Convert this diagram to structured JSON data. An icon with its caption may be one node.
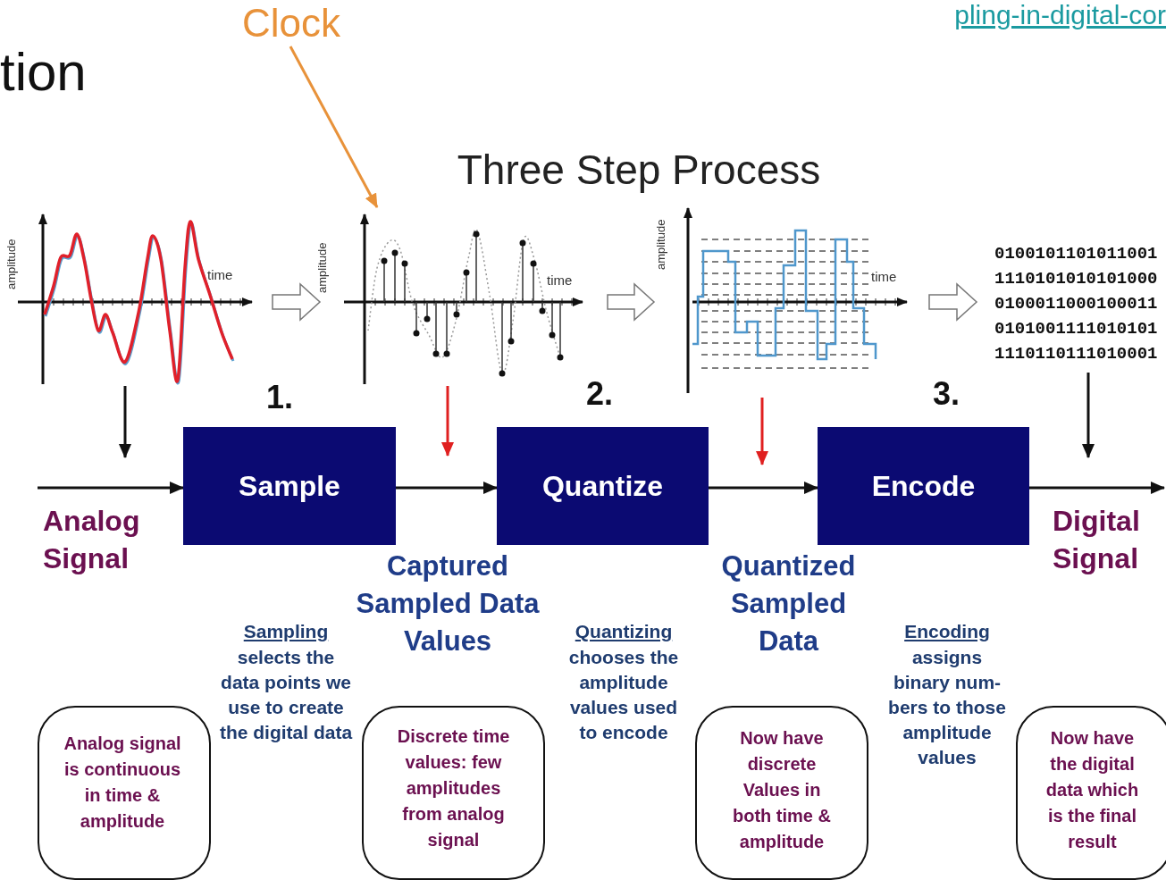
{
  "diagram": {
    "title": "Three Step Process",
    "nodes": [
      {
        "text": [
          "Clock"
        ]
      },
      {
        "text": [
          "amplitude",
          "time"
        ]
      },
      {
        "text": [
          "amplitude",
          "time"
        ]
      },
      {
        "text": [
          "amplitude",
          "time"
        ]
      },
      {
        "text": [
          "0100101101011001 1110101010101000 0100011000100011 0101001111010101 1110110111010001"
        ]
      },
      {
        "text": [
          "Sample"
        ]
      },
      {
        "text": [
          "Quantize"
        ]
      },
      {
        "text": [
          "Encode"
        ]
      },
      {
        "text": [
          "Analog signal is continuous in time & amplitude"
        ]
      },
      {
        "text": [
          "Discrete time values: few amplitudes from analog signal"
        ]
      },
      {
        "text": [
          "Now have discrete Values in both time & amplitude"
        ]
      },
      {
        "text": [
          "Now have the digital data which is the final result"
        ]
      }
    ],
    "edges": [
      {
        "from": 0,
        "to": 2,
        "arrow": "to",
        "color": "#e8923a"
      },
      {
        "from": 1,
        "to": 2,
        "arrow": "to"
      },
      {
        "from": 2,
        "to": 3,
        "arrow": "to"
      },
      {
        "from": 3,
        "to": 4,
        "arrow": "to"
      },
      {
        "from": 1,
        "to": null,
        "arrow": "to"
      },
      {
        "from": 2,
        "to": null,
        "arrow": "to",
        "color": "#e02020"
      },
      {
        "from": 3,
        "to": null,
        "arrow": "to",
        "color": "#e02020"
      },
      {
        "from": 4,
        "to": null,
        "arrow": "to"
      },
      {
        "from": null,
        "to": 5,
        "arrow": "to"
      },
      {
        "from": 5,
        "to": 6,
        "arrow": "to"
      },
      {
        "from": 6,
        "to": 7,
        "arrow": "to"
      },
      {
        "from": 7,
        "to": null,
        "arrow": "to"
      }
    ],
    "labels": [
      "tion",
      "pling-in-digital-cor",
      "1.",
      "2.",
      "3.",
      "Analog Signal",
      "Digital Signal",
      "Captured Sampled Data Values",
      "Quantized Sampled Data",
      "Sampling",
      "selects the data points we use to create the digital data",
      "Quantizing",
      "chooses the amplitude values used to encode",
      "Encoding",
      "assigns binary num-bers to those amplitude values"
    ]
  }
}
